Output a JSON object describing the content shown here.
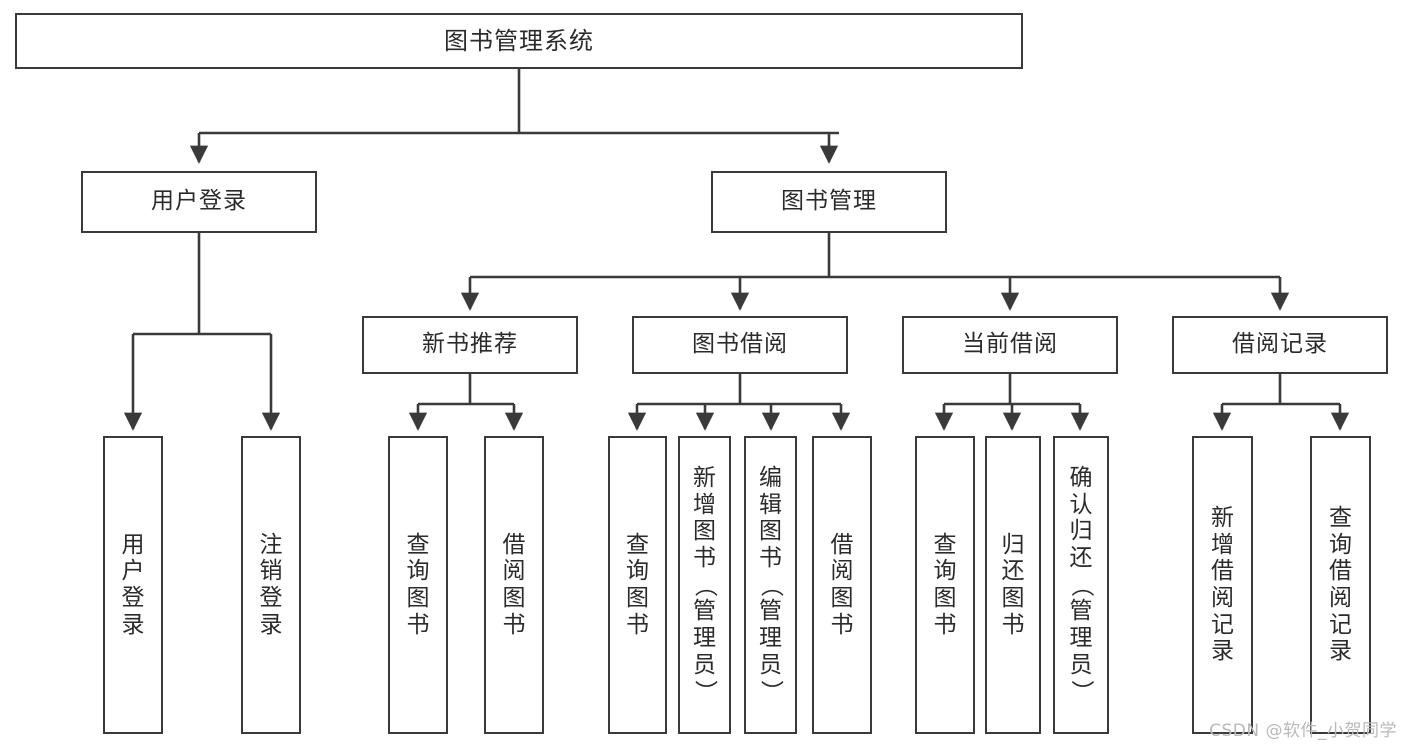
{
  "diagram": {
    "title": "图书管理系统",
    "type": "tree-hierarchy",
    "orientation": "top-down",
    "root": {
      "label": "图书管理系统"
    },
    "level1": [
      {
        "label": "用户登录"
      },
      {
        "label": "图书管理"
      }
    ],
    "level2": [
      {
        "label": "新书推荐"
      },
      {
        "label": "图书借阅"
      },
      {
        "label": "当前借阅"
      },
      {
        "label": "借阅记录"
      }
    ],
    "leaves": [
      {
        "label": "用户登录"
      },
      {
        "label": "注销登录"
      },
      {
        "label": "查询图书"
      },
      {
        "label": "借阅图书"
      },
      {
        "label": "查询图书"
      },
      {
        "label": "新增图书（管理员）"
      },
      {
        "label": "编辑图书（管理员）"
      },
      {
        "label": "借阅图书"
      },
      {
        "label": "查询图书"
      },
      {
        "label": "归还图书"
      },
      {
        "label": "确认归还（管理员）"
      },
      {
        "label": "新增借阅记录"
      },
      {
        "label": "查询借阅记录"
      }
    ]
  },
  "watermark": {
    "text": "CSDN @软件_小贺同学"
  },
  "colors": {
    "stroke": "#3a3a3a",
    "fill": "#ffffff",
    "text": "#2b2b2b",
    "watermark": "#b9b9b9"
  }
}
